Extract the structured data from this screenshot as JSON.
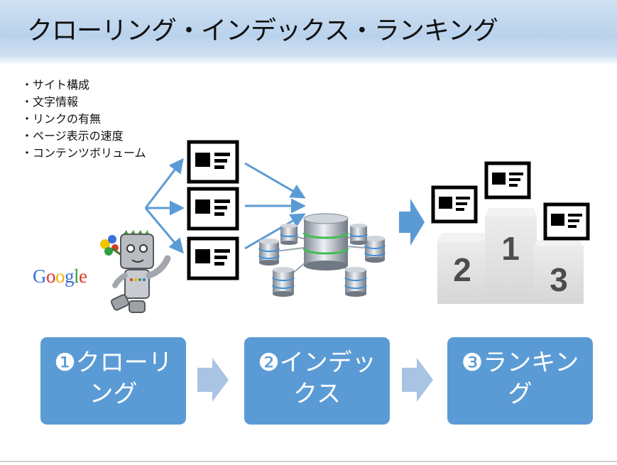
{
  "title": "クローリング・インデックス・ランキング",
  "factors": [
    "・サイト構成",
    "・文字情報",
    "・リンクの有無",
    "・ページ表示の速度",
    "・コンテンツボリューム"
  ],
  "logo": {
    "letters": [
      "G",
      "o",
      "o",
      "g",
      "l",
      "e"
    ]
  },
  "podium": {
    "places": [
      "2",
      "1",
      "3"
    ]
  },
  "steps": [
    {
      "num": "❶",
      "line1": "クローリ",
      "line2": "ング"
    },
    {
      "num": "❷",
      "line1": "インデッ",
      "line2": "クス"
    },
    {
      "num": "❸",
      "line1": "ランキン",
      "line2": "グ"
    }
  ],
  "icons": [
    "webpage-icon",
    "robot-icon",
    "database-icon",
    "podium-icon",
    "arrow-icon"
  ],
  "colors": {
    "accent": "#5b9bd5",
    "arrow": "#5b9bd5",
    "chevron": "#a9c4e2",
    "podium": "#e3e3e3",
    "header": "#c3d8ee"
  }
}
